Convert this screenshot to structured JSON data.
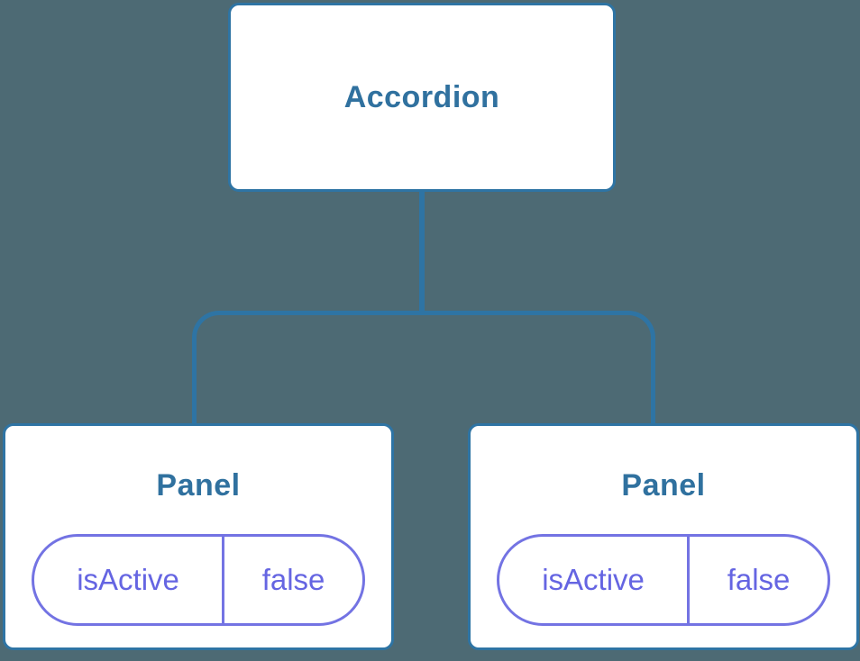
{
  "colors": {
    "background": "#4D6A74",
    "connector": "#2E74A4",
    "node-border": "#2E74A4",
    "node-bg": "#FFFFFF",
    "node-text": "#30719F",
    "state-border": "#7373E3",
    "state-text": "#6565E2"
  },
  "tree": {
    "root": {
      "label": "Accordion"
    },
    "children": [
      {
        "label": "Panel",
        "state": {
          "name": "isActive",
          "value": "false"
        }
      },
      {
        "label": "Panel",
        "state": {
          "name": "isActive",
          "value": "false"
        }
      }
    ]
  }
}
